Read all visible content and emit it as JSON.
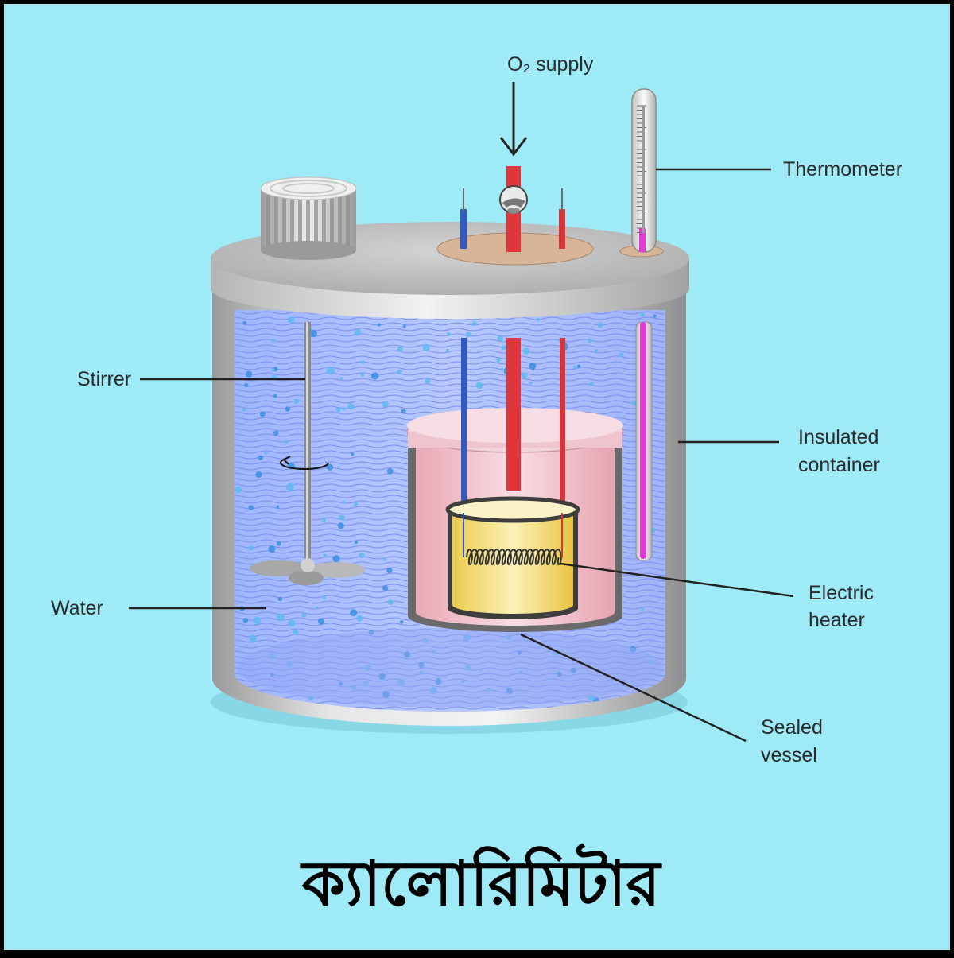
{
  "labels": {
    "o2_supply": "O₂ supply",
    "thermometer": "Thermometer",
    "stirrer": "Stirrer",
    "insulated_container_line1": "Insulated",
    "insulated_container_line2": "container",
    "water": "Water",
    "electric_heater_line1": "Electric",
    "electric_heater_line2": "heater",
    "sealed_vessel_line1": "Sealed",
    "sealed_vessel_line2": "vessel"
  },
  "title": "ক্যালোরিমিটার",
  "colors": {
    "background": "#9eeaf7",
    "water": "#a9bfff",
    "metal": "#c8c8c8",
    "oxygen_tube": "#e0353a",
    "blue_electrode": "#3563c8",
    "heater_liquid": "#f6e28a",
    "thermometer_fluid": "#e040d0"
  }
}
